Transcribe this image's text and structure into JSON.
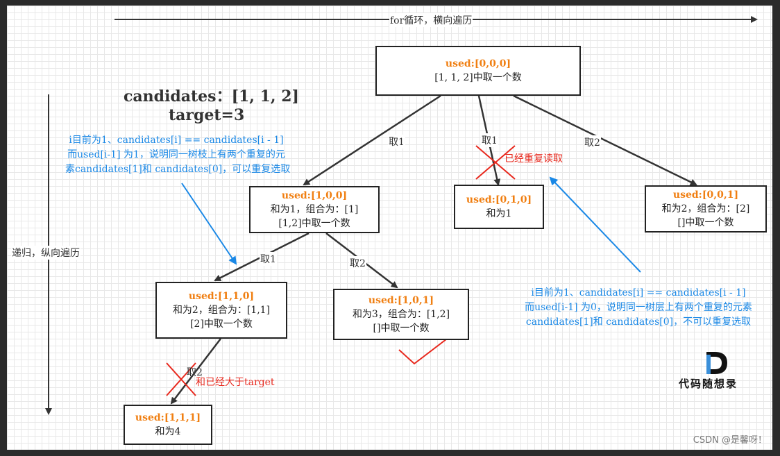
{
  "header_axis": "for循环，横向遍历",
  "side_axis": "递归，纵向遍历",
  "problem": {
    "candidates": "candidates：[1, 1, 2]",
    "target": "target=3"
  },
  "nodes": {
    "root": {
      "used": "used:[0,0,0]",
      "line1": "[1, 1, 2]中取一个数"
    },
    "n100": {
      "used": "used:[1,0,0]",
      "line1": "和为1，组合为：[1]",
      "line2": "[1,2]中取一个数"
    },
    "n010": {
      "used": "used:[0,1,0]",
      "line1": "和为1"
    },
    "n001": {
      "used": "used:[0,0,1]",
      "line1": "和为2，组合为：[2]",
      "line2": "[]中取一个数"
    },
    "n110": {
      "used": "used:[1,1,0]",
      "line1": "和为2，组合为：[1,1]",
      "line2": "[2]中取一个数"
    },
    "n101": {
      "used": "used:[1,0,1]",
      "line1": "和为3，组合为：[1,2]",
      "line2": "[]中取一个数"
    },
    "n111": {
      "used": "used:[1,1,1]",
      "line1": "和为4"
    }
  },
  "edges": {
    "root_left": "取1",
    "root_mid": "取1",
    "root_right": "取2",
    "n100_left": "取1",
    "n100_right": "取2",
    "n110_down": "取2"
  },
  "notes": {
    "left": {
      "line1": "i目前为1、candidates[i] == candidates[i - 1]",
      "line2": "而used[i-1] 为1，说明同一树枝上有两个重复的元",
      "line3": "素candidates[1]和 candidates[0]，可以重复选取"
    },
    "right": {
      "line1": "i目前为1、candidates[i] == candidates[i - 1]",
      "line2": "而used[i-1] 为0，说明同一树层上有两个重复的元素",
      "line3": "candidates[1]和 candidates[0]，不可以重复选取"
    },
    "repeated": "已经重复读取",
    "too_big": "和已经大于target"
  },
  "logo": "代码随想录",
  "watermark": "CSDN @是馨呀！",
  "colors": {
    "used": "#f07f12",
    "note": "#1a88e6",
    "cross": "#e8281d",
    "line": "#333333"
  }
}
